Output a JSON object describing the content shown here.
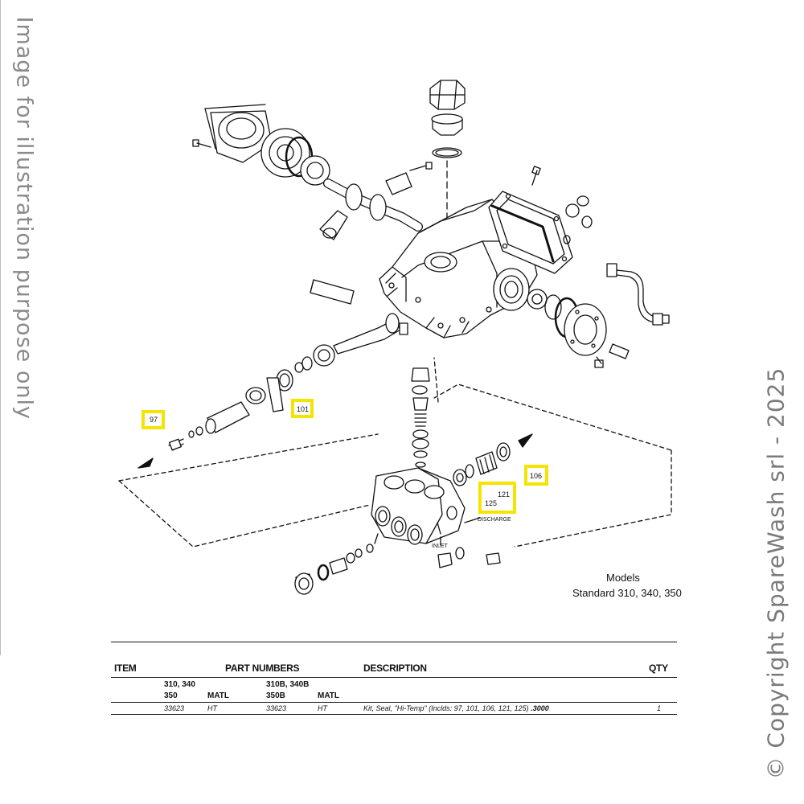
{
  "watermark_left": "Image for illustration purpose only",
  "watermark_right": "© Copyright SpareWash srl - 2025",
  "diagram": {
    "callouts": [
      "97",
      "101",
      "106",
      "121",
      "125"
    ],
    "discharge_label": "DISCHARGE",
    "inlet_label": "INLET",
    "models_title": "Models",
    "models_subtitle": "Standard 310, 340, 350",
    "highlight_color": "#f5e400"
  },
  "table": {
    "headers": {
      "item": "ITEM",
      "part_numbers": "PART NUMBERS",
      "description": "DESCRIPTION",
      "qty": "QTY"
    },
    "subheaders": {
      "col1_line1": "310, 340",
      "col1_line2": "350",
      "matl1": "MATL",
      "col2_line1": "310B, 340B",
      "col2_line2": "350B",
      "matl2": "MATL"
    },
    "rows": [
      {
        "pn1": "33623",
        "matl1": "HT",
        "pn2": "33623",
        "matl2": "HT",
        "description": "Kit, Seal, \"Hi-Temp\" (Inclds: 97, 101, 106, 121, 125)",
        "description_suffix": ".3000",
        "qty": "1"
      }
    ]
  }
}
